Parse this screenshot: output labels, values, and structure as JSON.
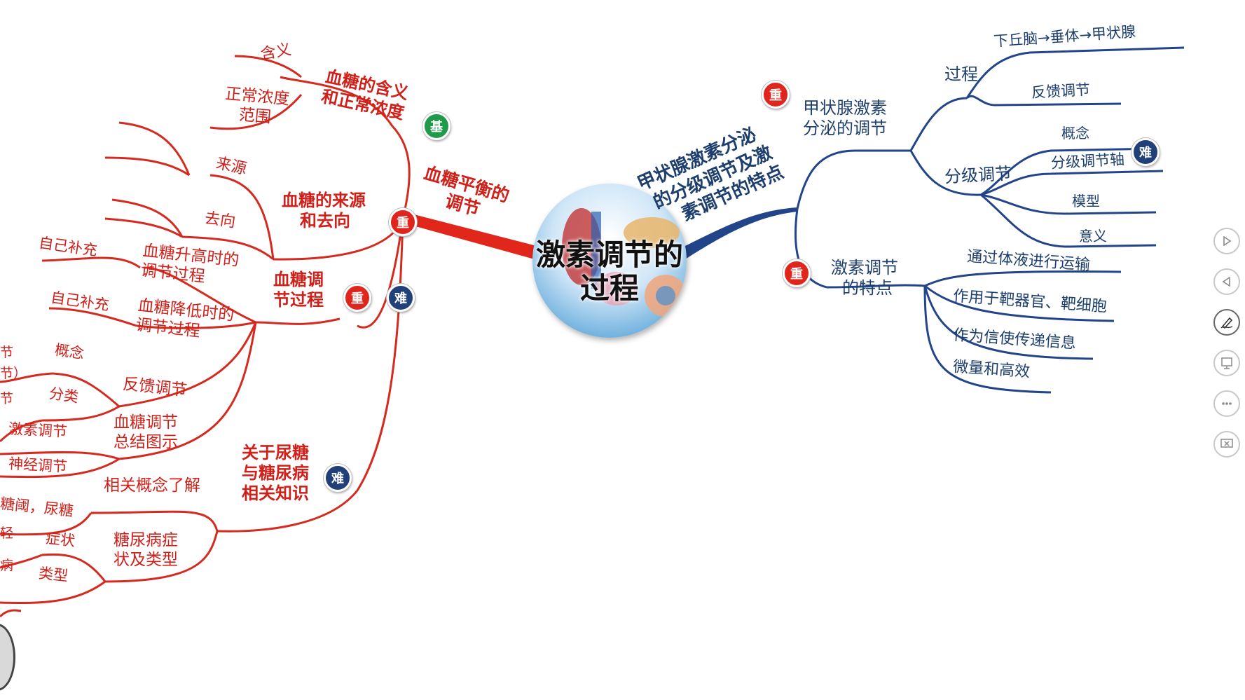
{
  "center": {
    "title_line1": "激素调节的",
    "title_line2": "过程"
  },
  "left_branch": {
    "title_line1": "血糖平衡的",
    "title_line2": "调节",
    "topics": {
      "meaning": {
        "line1": "血糖的含义",
        "line2": "和正常浓度",
        "children": [
          "含义",
          "正常浓度",
          "范围"
        ]
      },
      "source": {
        "line1": "血糖的来源",
        "line2": "和去向",
        "children": [
          "来源",
          "去向"
        ]
      },
      "process": {
        "line1": "血糖调",
        "line2": "节过程",
        "rise": {
          "line1": "血糖升高时的",
          "line2": "调节过程",
          "child": "自己补充"
        },
        "fall": {
          "line1": "血糖降低时的",
          "line2": "调节过程",
          "child": "自己补充"
        },
        "feedback": {
          "label": "反馈调节",
          "children": [
            "概念",
            "分类"
          ]
        },
        "summary": {
          "line1": "血糖调节",
          "line2": "总结图示",
          "children": [
            "激素调节",
            "神经调节"
          ]
        }
      },
      "diabetes": {
        "line1": "关于尿糖",
        "line2": "与糖尿病",
        "line3": "相关知识",
        "concepts": {
          "label": "相关概念了解",
          "child": "糖阈，尿糖"
        },
        "symptoms": {
          "line1": "糖尿病症",
          "line2": "状及类型",
          "children": [
            "症状",
            "类型"
          ]
        }
      }
    },
    "cut_off_texts": [
      "节",
      "节）",
      "节",
      "轻",
      "病"
    ]
  },
  "right_branch": {
    "title_line1": "甲状腺激素分泌",
    "title_line2": "的分级调节及激",
    "title_line3": "素调节的特点",
    "thyroid": {
      "line1": "甲状腺激素",
      "line2": "分泌的调节",
      "process": {
        "label": "过程",
        "children": [
          "下丘脑→垂体→甲状腺",
          "反馈调节"
        ]
      },
      "grading": {
        "label": "分级调节",
        "children": [
          "概念",
          "分级调节轴",
          "模型",
          "意义"
        ]
      }
    },
    "features": {
      "line1": "激素调节",
      "line2": "的特点",
      "children": [
        "通过体液进行运输",
        "作用于靶器官、靶细胞",
        "作为信使传递信息",
        "微量和高效"
      ]
    }
  },
  "badges": {
    "key": "重",
    "hard": "难",
    "basic": "基"
  },
  "sidebar_buttons": [
    "play-next",
    "play-prev",
    "pen",
    "pointer",
    "more",
    "close-presentation"
  ],
  "colors": {
    "left_branch": "#d0201a",
    "right_branch": "#1e3f6e",
    "badge_key": "#e0251d",
    "badge_hard": "#21407a",
    "badge_basic": "#1f9a4a"
  }
}
